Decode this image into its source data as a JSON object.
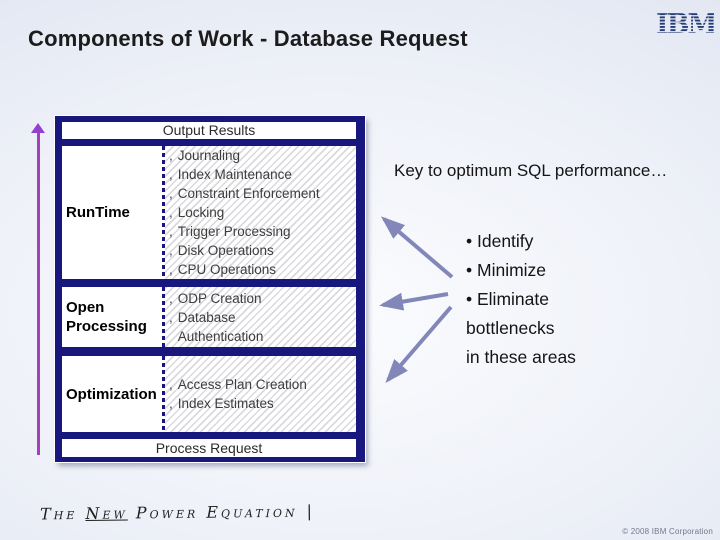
{
  "title": "Components of Work - Database Request",
  "ibm_logo": {
    "text": "IBM"
  },
  "diagram": {
    "top_label": "Output Results",
    "bottom_label": "Process Request",
    "bullet_glyph": ",",
    "rows": [
      {
        "label": "RunTime",
        "items": [
          "Journaling",
          "Index Maintenance",
          "Constraint Enforcement",
          "Locking",
          "Trigger Processing",
          "Disk Operations",
          "CPU Operations"
        ]
      },
      {
        "label": "Open Processing",
        "items": [
          "ODP Creation",
          "Database Authentication"
        ]
      },
      {
        "label": "Optimization",
        "items": [
          "Access Plan Creation",
          "Index Estimates"
        ]
      }
    ]
  },
  "key_panel": {
    "heading": "Key to optimum SQL performance…",
    "bullet_glyph": "•",
    "items": [
      {
        "text": "Identify"
      },
      {
        "text": "Minimize"
      },
      {
        "text": "Eliminate"
      },
      {
        "text": "bottlenecks"
      },
      {
        "text": "in these areas"
      }
    ]
  },
  "footer_logo": {
    "part1": "The",
    "part2": "New",
    "part3": "Power Equation",
    "bar": "|"
  },
  "copyright": "© 2008 IBM Corporation",
  "colors": {
    "navy_frame": "#17177e",
    "purple_arrow": "#a440bb",
    "connector_arrow": "#8386b9",
    "ibm_blue": "#263c74",
    "hatch_stripe": "#d9d9de"
  }
}
